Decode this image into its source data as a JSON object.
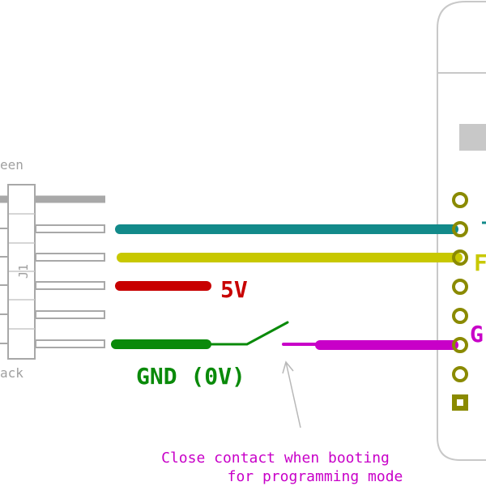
{
  "connector": {
    "ref": "J1",
    "label_top": "een",
    "label_bottom": "ack",
    "pin_count": 6
  },
  "labels": {
    "power": "5V",
    "ground": "GND (0V)",
    "right_partial_1": "F",
    "right_partial_2": "G"
  },
  "note": {
    "line1": "Close contact when booting",
    "line2": "for programming mode"
  },
  "colors": {
    "teal": "#128a8a",
    "yellow": "#c8c800",
    "red": "#c80000",
    "green": "#0a8a0a",
    "magenta": "#c800c8",
    "pad": "#8a8a00",
    "outline": "#c8c8c8",
    "pin_gray": "#a8a8a8",
    "connector_text": "#a0a0a0"
  }
}
